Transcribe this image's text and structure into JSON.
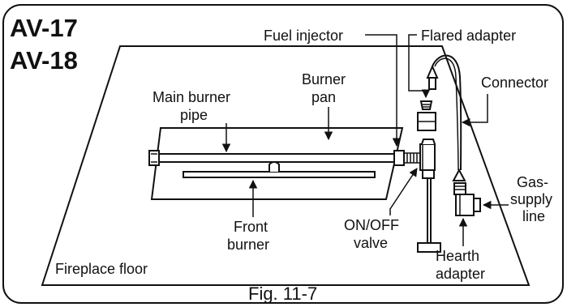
{
  "models": [
    "AV-17",
    "AV-18"
  ],
  "labels": {
    "fuel_injector": "Fuel injector",
    "flared_adapter": "Flared adapter",
    "connector": "Connector",
    "burner_pan_1": "Burner",
    "burner_pan_2": "pan",
    "main_burner_pipe_1": "Main burner",
    "main_burner_pipe_2": "pipe",
    "gas_supply_1": "Gas-",
    "gas_supply_2": "supply",
    "gas_supply_3": "line",
    "front_burner_1": "Front",
    "front_burner_2": "burner",
    "onoff_valve_1": "ON/OFF",
    "onoff_valve_2": "valve",
    "hearth_adapter_1": "Hearth",
    "hearth_adapter_2": "adapter",
    "fireplace_floor": "Fireplace floor"
  },
  "caption": "Fig. 11-7",
  "colors": {
    "ink": "#111111",
    "background": "#ffffff"
  }
}
